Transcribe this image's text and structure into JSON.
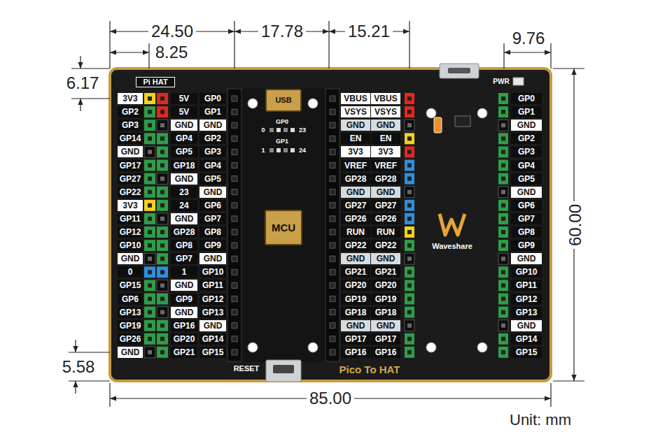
{
  "diagram": {
    "nodes": [
      {
        "text": [
          "Pi HAT"
        ]
      },
      {
        "text": [
          "USB"
        ]
      },
      {
        "text": [
          "MCU"
        ]
      }
    ],
    "labels": [
      "24.50",
      "8.25",
      "17.78",
      "15.21",
      "9.76",
      "6.17",
      "60.00",
      "5.58",
      "85.00",
      "Unit: mm",
      "PWR",
      "GP0",
      "0",
      "23",
      "GP1",
      "1",
      "24",
      "Waveshare",
      "RESET",
      "Pico To HAT",
      "3V3",
      "GP2",
      "GP3",
      "GP14",
      "GND",
      "GP17",
      "GP27",
      "GP22",
      "3V3",
      "GP11",
      "GP12",
      "GP10",
      "GND",
      "0",
      "GP15",
      "GP6",
      "GP13",
      "GP19",
      "GP26",
      "GND",
      "5V",
      "5V",
      "GND",
      "GP4",
      "GP5",
      "GP18",
      "GND",
      "23",
      "24",
      "GND",
      "GP28",
      "GP8",
      "GP7",
      "1",
      "GND",
      "GP9",
      "GND",
      "GP16",
      "GP20",
      "GP21",
      "GP0",
      "GP1",
      "GND",
      "GP2",
      "GP3",
      "GP4",
      "GP5",
      "GND",
      "GP6",
      "GP7",
      "GP8",
      "GP9",
      "GND",
      "GP10",
      "GP11",
      "GP12",
      "GP13",
      "GND",
      "GP14",
      "GP15",
      "VBUS",
      "VSYS",
      "GND",
      "EN",
      "3V3",
      "VREF",
      "GP28",
      "GND",
      "GP27",
      "GP26",
      "RUN",
      "GP22",
      "GND",
      "GP21",
      "GP20",
      "GP19",
      "GP18",
      "GND",
      "GP17",
      "GP16",
      "VBUS",
      "VSYS",
      "GND",
      "EN",
      "3V3",
      "VREF",
      "GP28",
      "GND",
      "GP27",
      "GP26",
      "RUN",
      "GP22",
      "GND",
      "GP21",
      "GP20",
      "GP19",
      "GP18",
      "GND",
      "GP17",
      "GP16",
      "GP0",
      "GP1",
      "GND",
      "GP2",
      "GP3",
      "GP4",
      "GP5",
      "GND",
      "GP6",
      "GP7",
      "GP8",
      "GP9",
      "GND",
      "GP10",
      "GP11",
      "GP12",
      "GP13",
      "GND",
      "GP14",
      "GP15"
    ]
  }
}
